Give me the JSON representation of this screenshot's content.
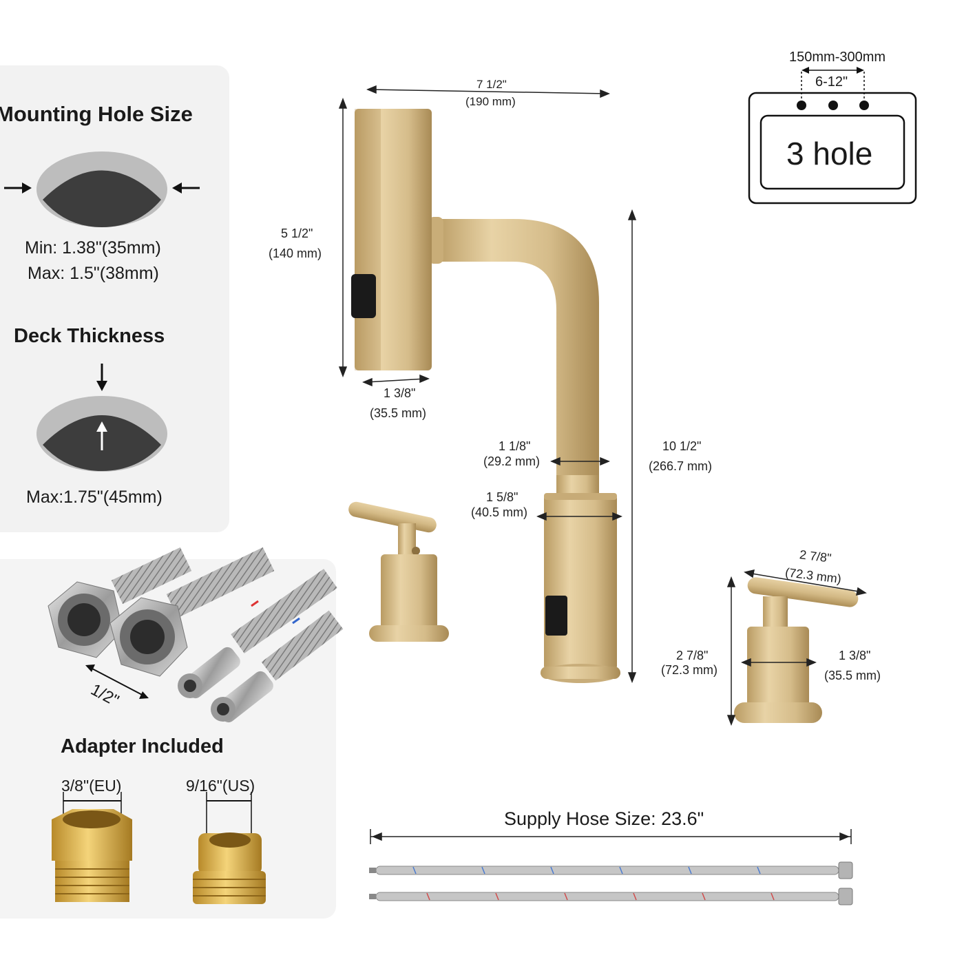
{
  "mounting": {
    "title": "Mounting Hole Size",
    "min": "Min: 1.38\"(35mm)",
    "max": "Max: 1.5\"(38mm)"
  },
  "deck": {
    "title": "Deck Thickness",
    "max": "Max:1.75\"(45mm)"
  },
  "hose_photo": {
    "thread": "1/2\""
  },
  "adapter": {
    "title": "Adapter Included",
    "eu": "3/8\"(EU)",
    "us": "9/16\"(US)"
  },
  "spout": {
    "reach_in": "7 1/2\"",
    "reach_mm": "(190 mm)",
    "head_h_in": "5 1/2\"",
    "head_h_mm": "(140 mm)",
    "head_w_in": "1 3/8\"",
    "head_w_mm": "(35.5 mm)",
    "neck_in": "1 1/8\"",
    "neck_mm": "(29.2 mm)",
    "base_in": "1 5/8\"",
    "base_mm": "(40.5 mm)",
    "height_in": "10 1/2\"",
    "height_mm": "(266.7 mm)"
  },
  "handle": {
    "len_in": "2 7/8\"",
    "len_mm": "(72.3 mm)",
    "h_in": "2 7/8\"",
    "h_mm": "(72.3 mm)",
    "w_in": "1 3/8\"",
    "w_mm": "(35.5 mm)"
  },
  "holes": {
    "range_mm": "150mm-300mm",
    "range_in": "6-12\"",
    "label": "3 hole"
  },
  "supply": {
    "label": "Supply Hose Size: 23.6\""
  },
  "colors": {
    "gold": "#d8c08f",
    "panel": "#f2f2f2",
    "dark_hole": "#3d3d3d",
    "ring": "#bdbdbd"
  }
}
